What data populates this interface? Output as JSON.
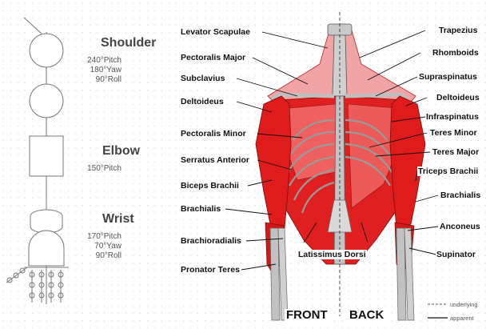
{
  "joints": [
    {
      "name": "Shoulder",
      "specs": [
        "240°Pitch",
        "180°Yaw",
        "90°Roll"
      ]
    },
    {
      "name": "Elbow",
      "specs": [
        "150°Pitch"
      ]
    },
    {
      "name": "Wrist",
      "specs": [
        "170°Pitch",
        "70°Yaw",
        "90°Roll"
      ]
    }
  ],
  "front_labels": [
    "Levator Scapulae",
    "Pectoralis Major",
    "Subclavius",
    "Deltoideus",
    "Pectoralis Minor",
    "Serratus Anterior",
    "Biceps Brachii",
    "Brachialis",
    "Brachioradialis",
    "Pronator Teres"
  ],
  "back_labels": [
    "Trapezius",
    "Rhomboids",
    "Supraspinatus",
    "Deltoideus",
    "Infraspinatus",
    "Teres Minor",
    "Teres Major",
    "Triceps Brachii",
    "Brachialis",
    "Anconeus",
    "Supinator"
  ],
  "center_label": "Latissimus Dorsi",
  "view_labels": {
    "front": "FRONT",
    "back": "BACK"
  },
  "legend": {
    "underlying": "underlying",
    "apparent": "apparent"
  },
  "colors": {
    "muscle": "#e01b1b",
    "muscle_light": "#f08a8a",
    "muscle_dark": "#8b1010",
    "bone": "#b8b8b8",
    "line": "#222222"
  }
}
